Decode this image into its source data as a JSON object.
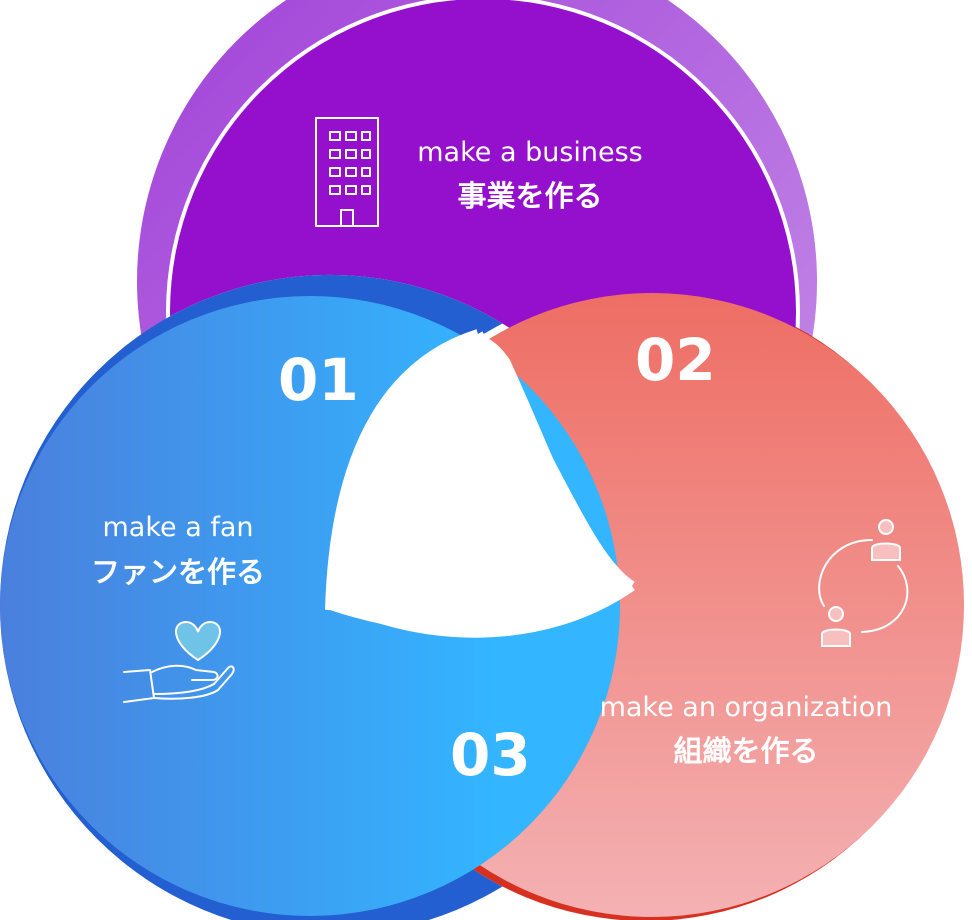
{
  "segments": [
    {
      "number": "01",
      "label_en": "make a fan",
      "label_jp": "ファンを作る",
      "icon": "heart-in-hand-icon"
    },
    {
      "number": "02",
      "label_en": "make a business",
      "label_jp": "事業を作る",
      "icon": "building-icon"
    },
    {
      "number": "03",
      "label_en": "make an organization",
      "label_jp": "組織を作る",
      "icon": "people-cycle-icon"
    }
  ],
  "colors": {
    "fan_start": "#4a7fdd",
    "fan_end": "#33b5ff",
    "fan_shadow": "#235fd0",
    "business_start": "#a03fd8",
    "business_end": "#c792e8",
    "business_shadow": "#9410cc",
    "org_start": "#ee6e64",
    "org_end": "#f4b1b3",
    "org_shadow": "#d83020"
  }
}
